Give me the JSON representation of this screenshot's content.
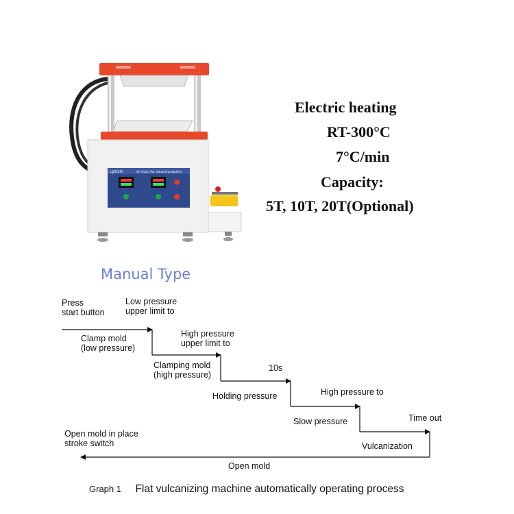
{
  "specs": {
    "line1": "Electric heating",
    "line2": "RT-300°C",
    "line3": "7°C/min",
    "line4": "Capacity:",
    "line5": "5T, 10T, 20T(Optional)"
  },
  "machine": {
    "brand": "Lyzixin",
    "model_label": "HZ-7014C Flat Vulcanizing Machine"
  },
  "section_title": "Manual Type",
  "process": {
    "press_start_line1": "Press",
    "press_start_line2": "start button",
    "low_limit_line1": "Low pressure",
    "low_limit_line2": "upper limit to",
    "clamp_low_line1": "Clamp mold",
    "clamp_low_line2": "(low pressure)",
    "high_limit_line1": "High pressure",
    "high_limit_line2": "upper limit to",
    "clamp_high_line1": "Clamping mold",
    "clamp_high_line2": "(high pressure)",
    "ten_s": "10s",
    "holding": "Holding pressure",
    "high_to": "High pressure to",
    "slow": "Slow pressure",
    "time_out": "Time out",
    "vulcanization": "Vulcanization",
    "open_place_line1": "Open mold in place",
    "open_place_line2": "stroke switch",
    "open_mold": "Open mold"
  },
  "caption": {
    "number": "Graph 1",
    "text": "Flat vulcanizing machine automatically operating process"
  },
  "colors": {
    "plate_orange": "#e8492a",
    "panel_blue": "#2e4a8c",
    "body_white": "#f1f1f1",
    "pump_yellow": "#f5c518",
    "title_blue": "#6b7fd6"
  }
}
